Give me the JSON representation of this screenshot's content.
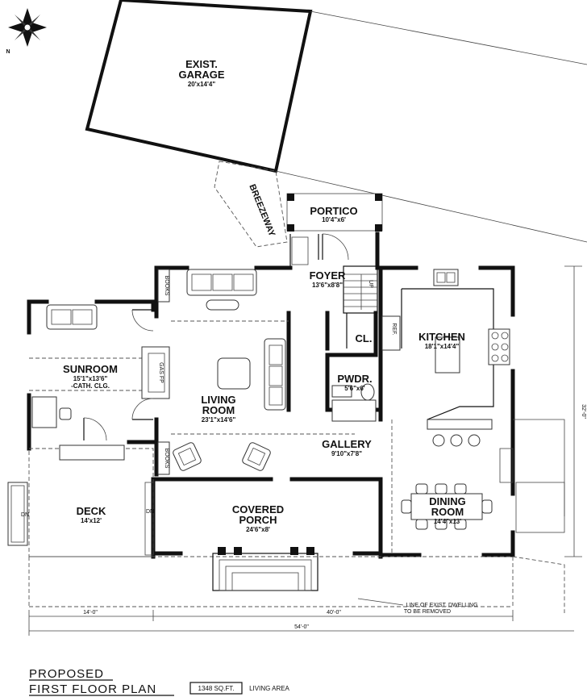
{
  "rooms": {
    "garage": {
      "name_line1": "EXIST.",
      "name_line2": "GARAGE",
      "size": "20'x14'4\""
    },
    "breezeway": {
      "name": "BREEZEWAY"
    },
    "portico": {
      "name": "PORTICO",
      "size": "10'4\"x6'"
    },
    "foyer": {
      "name": "FOYER",
      "size": "13'6\"x8'8\""
    },
    "kitchen": {
      "name": "KITCHEN",
      "size": "18'1\"x14'4\""
    },
    "closet": {
      "name": "CL."
    },
    "powder": {
      "name": "PWDR.",
      "size": "5'6\"x6'"
    },
    "sunroom": {
      "name": "SUNROOM",
      "size": "15'1\"x13'6\"",
      "note": "-CATH. CLG."
    },
    "living": {
      "name_line1": "LIVING",
      "name_line2": "ROOM",
      "size": "23'1\"x14'6\""
    },
    "gallery": {
      "name": "GALLERY",
      "size": "9'10\"x7'8\""
    },
    "deck": {
      "name": "DECK",
      "size": "14'x12'"
    },
    "porch": {
      "name_line1": "COVERED",
      "name_line2": "PORCH",
      "size": "24'6\"x8'"
    },
    "dining": {
      "name_line1": "DINING",
      "name_line2": "ROOM",
      "size": "14'4\"x13'"
    }
  },
  "labels": {
    "books_upper": "BOOKS",
    "books_lower": "BOOKS",
    "gas_fp": "GAS FP",
    "ref": "REF.",
    "up": "UP",
    "dn_deck": "DN",
    "dn_porch": "DN",
    "line_note_1": "LINE OF EXIST. DWELLING",
    "line_note_2": "TO BE REMOVED"
  },
  "dimensions": {
    "left": "14'-0\"",
    "right": "40'-0\"",
    "overall": "54'-0\"",
    "depth": "32'-0\""
  },
  "footer": {
    "title_line1": "PROPOSED",
    "title_line2": "FIRST FLOOR PLAN",
    "area": "1348 SQ.FT.",
    "area_label": "LIVING AREA"
  }
}
